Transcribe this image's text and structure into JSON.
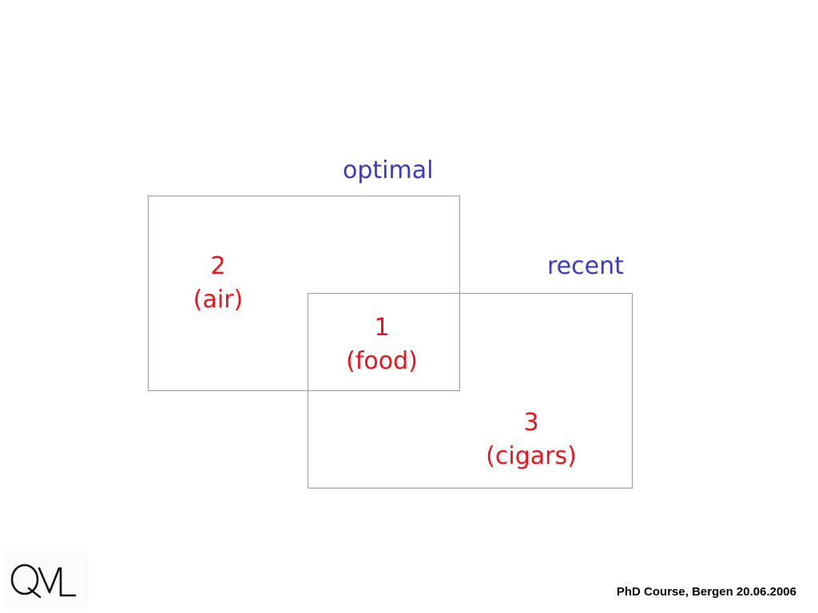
{
  "colors": {
    "set_label": "#3a3ac4",
    "region_label": "#e8141b",
    "box_border": "#9a9a9a",
    "footer_text": "#000000"
  },
  "diagram": {
    "sets": [
      {
        "label": "optimal"
      },
      {
        "label": "recent"
      }
    ],
    "regions": [
      {
        "number": "2",
        "item": "(air)"
      },
      {
        "number": "1",
        "item": "(food)"
      },
      {
        "number": "3",
        "item": "(cigars)"
      }
    ]
  },
  "footer": {
    "text": "PhD Course, Bergen 20.06.2006"
  },
  "logo": {
    "icon": "qml-logo-icon"
  }
}
